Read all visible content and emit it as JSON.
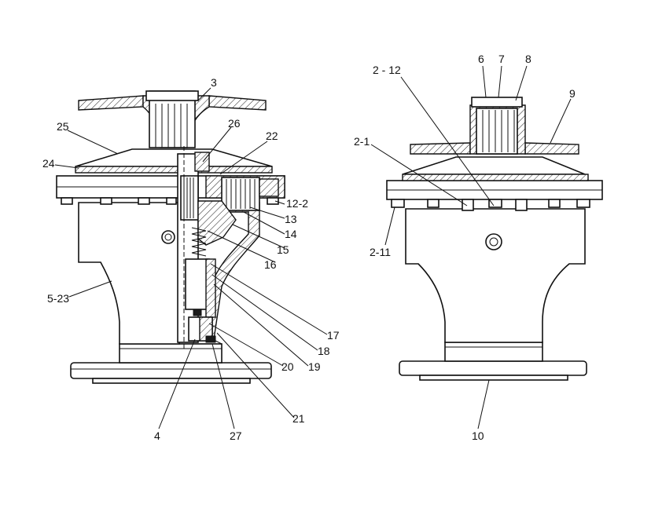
{
  "callouts": {
    "c3": "3",
    "c25": "25",
    "c26": "26",
    "c22": "22",
    "c24": "24",
    "c12_2": "12-2",
    "c13": "13",
    "c14": "14",
    "c15": "15",
    "c16": "16",
    "c5_23": "5-23",
    "c17": "17",
    "c18": "18",
    "c19": "19",
    "c20": "20",
    "c21": "21",
    "c4": "4",
    "c27": "27",
    "c6": "6",
    "c7": "7",
    "c8": "8",
    "c2_12": "2 - 12",
    "c9": "9",
    "c2_1": "2-1",
    "c2_11": "2-11",
    "c10": "10"
  }
}
